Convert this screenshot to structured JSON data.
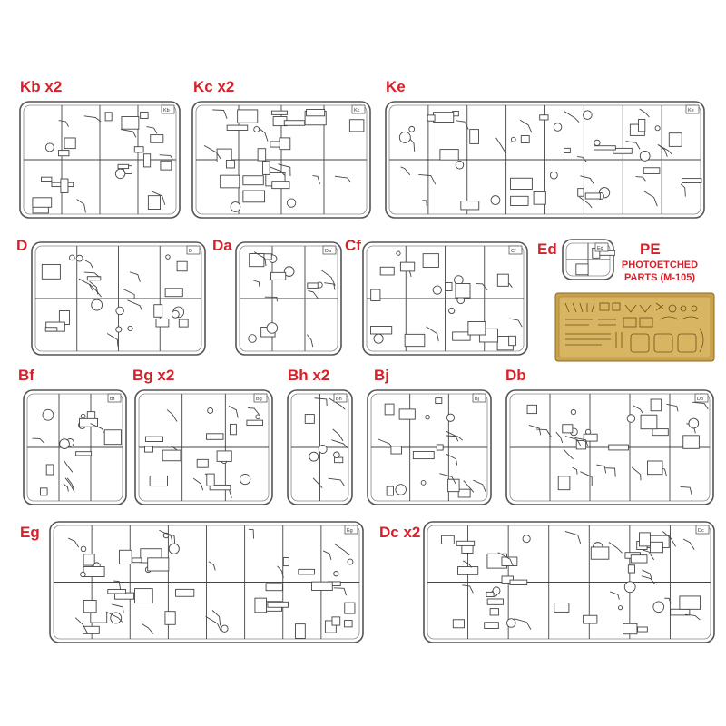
{
  "sprues": [
    {
      "id": "kb",
      "label": "Kb x2",
      "corner_tag": "Kb"
    },
    {
      "id": "kc",
      "label": "Kc x2",
      "corner_tag": "Kc"
    },
    {
      "id": "ke",
      "label": "Ke",
      "corner_tag": "Ke"
    },
    {
      "id": "d",
      "label": "D",
      "corner_tag": "D"
    },
    {
      "id": "da",
      "label": "Da",
      "corner_tag": "Da"
    },
    {
      "id": "cf",
      "label": "Cf",
      "corner_tag": "Cf"
    },
    {
      "id": "ed",
      "label": "Ed",
      "corner_tag": "Ed"
    },
    {
      "id": "bf",
      "label": "Bf",
      "corner_tag": "Bf"
    },
    {
      "id": "bg",
      "label": "Bg x2",
      "corner_tag": "Bg"
    },
    {
      "id": "bh",
      "label": "Bh x2",
      "corner_tag": "Bh"
    },
    {
      "id": "bj",
      "label": "Bj",
      "corner_tag": "Bj"
    },
    {
      "id": "db",
      "label": "Db",
      "corner_tag": "Db"
    },
    {
      "id": "eg",
      "label": "Eg",
      "corner_tag": "Eg"
    },
    {
      "id": "dc",
      "label": "Dc x2",
      "corner_tag": "Dc"
    }
  ],
  "pe": {
    "title": "PE",
    "subtitle_line1": "PHOTOETCHED",
    "subtitle_line2": "PARTS (M-105)"
  },
  "colors": {
    "label_red": "#d6202a",
    "sprue_stroke": "#555555",
    "pe_gold": "#c9a14a"
  }
}
